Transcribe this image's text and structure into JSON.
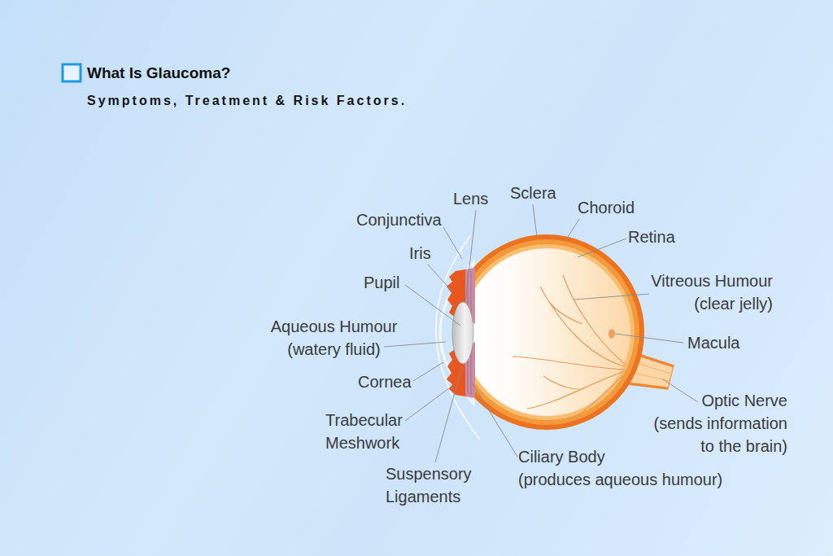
{
  "diagram": {
    "title": "What Is Glaucoma?",
    "labels": [
      "Symptoms, Treatment & Risk Factors.",
      "Sclera",
      "Lens",
      "Choroid",
      "Conjunctiva",
      "Retina",
      "Iris",
      "Vitreous Humour (clear jelly)",
      "Pupil",
      "Aqueous Humour (watery fluid)",
      "Macula",
      "Cornea",
      "Optic Nerve (sends information to the brain)",
      "Trabecular Meshwork",
      "Ciliary Body (produces aqueous humour)",
      "Suspensory Ligaments"
    ]
  }
}
